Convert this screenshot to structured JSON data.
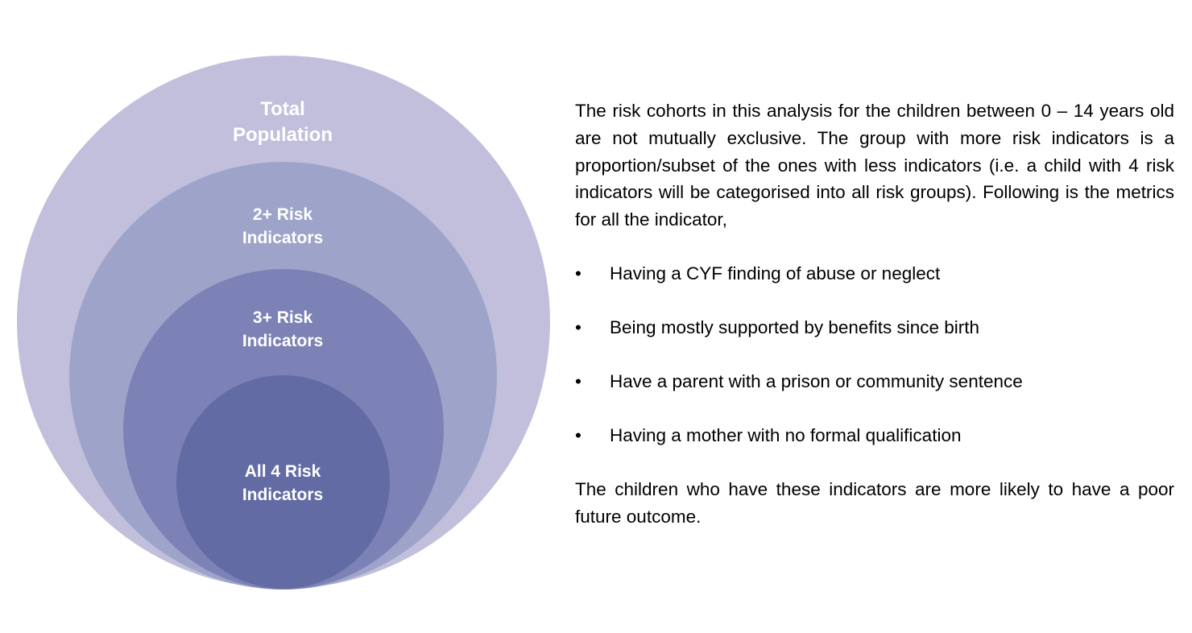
{
  "diagram": {
    "rings": [
      {
        "lines": [
          "Total",
          "Population"
        ],
        "color": "#c1bfdc"
      },
      {
        "lines": [
          "2+ Risk",
          "Indicators"
        ],
        "color": "#9ea4c9"
      },
      {
        "lines": [
          "3+ Risk",
          "Indicators"
        ],
        "color": "#7c82b5"
      },
      {
        "lines": [
          "All 4 Risk",
          "Indicators"
        ],
        "color": "#636ba4"
      }
    ]
  },
  "text": {
    "intro": "The risk cohorts in this analysis for the children between 0 – 14 years old are not mutually exclusive. The group with more risk indicators is a proportion/subset of the ones with less indicators (i.e. a child with 4 risk indicators will be categorised into all risk groups). Following is the metrics for all the indicator,",
    "bullet_symbol": "•",
    "indicators": [
      "Having a CYF finding of abuse or neglect",
      "Being mostly supported by benefits since birth",
      "Have a parent with a prison or community sentence",
      "Having a mother with no formal qualification"
    ],
    "outro": "The children who have these indicators are more likely to have a poor future outcome."
  }
}
